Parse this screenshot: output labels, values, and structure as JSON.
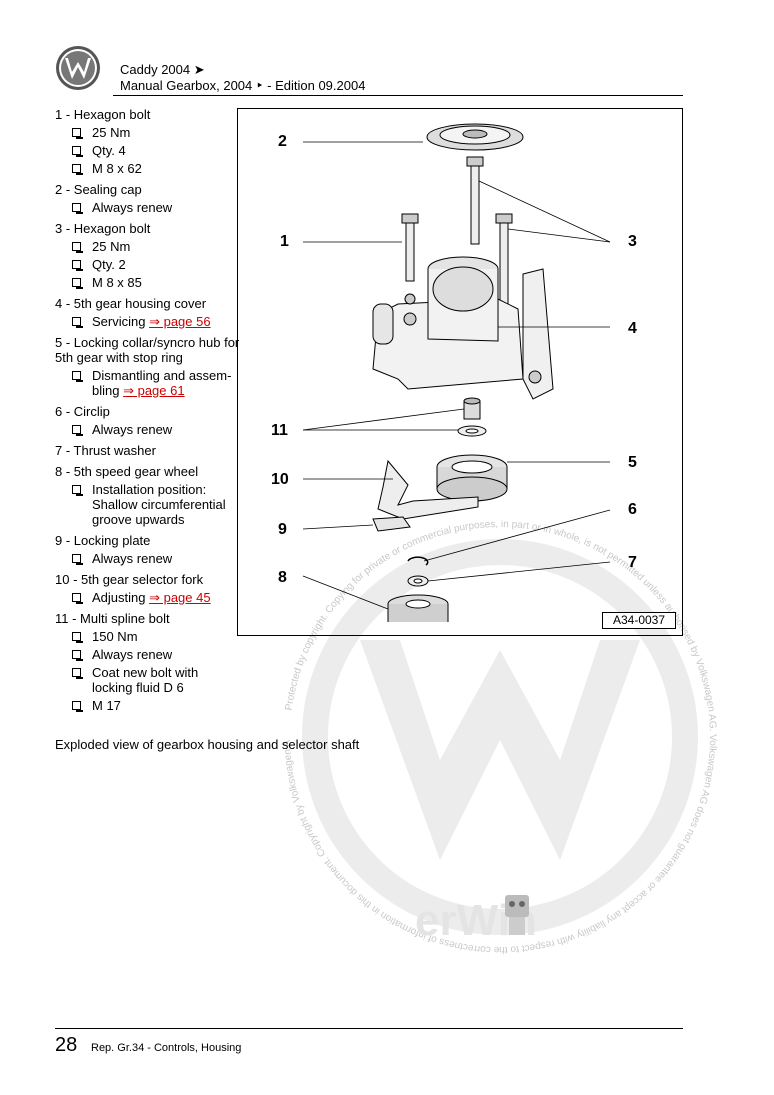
{
  "header": {
    "title": "Caddy 2004 ➤",
    "subtitle": "Manual Gearbox, 2004 ‣ - Edition 09.2004"
  },
  "parts": [
    {
      "title": "1 - Hexagon bolt",
      "items": [
        "25 Nm",
        "Qty. 4",
        "M 8 x 62"
      ]
    },
    {
      "title": "2 - Sealing cap",
      "items": [
        "Always renew"
      ]
    },
    {
      "title": "3 - Hexagon bolt",
      "items": [
        "25 Nm",
        "Qty. 2",
        "M 8 x 85"
      ]
    },
    {
      "title": "4 - 5th gear housing cover",
      "items": [
        {
          "text": "Servicing ",
          "link": "⇒ page 56"
        }
      ]
    },
    {
      "title": "5 - Locking collar/syncro hub for 5th gear with stop ring",
      "items": [
        {
          "text": "Dismantling and assem-bling ",
          "link": "⇒ page 61"
        }
      ]
    },
    {
      "title": "6 - Circlip",
      "items": [
        "Always renew"
      ]
    },
    {
      "title": "7 - Thrust washer",
      "items": []
    },
    {
      "title": "8 - 5th speed gear wheel",
      "items": [
        "Installation position: Shallow circumferential groove upwards"
      ]
    },
    {
      "title": "9 - Locking plate",
      "items": [
        "Always renew"
      ]
    },
    {
      "title": "10 - 5th gear selector fork",
      "items": [
        {
          "text": "Adjusting ",
          "link": "⇒ page 45"
        }
      ]
    },
    {
      "title": "11 - Multi spline bolt",
      "items": [
        "150 Nm",
        "Always renew",
        "Coat new bolt with locking fluid D 6",
        "M 17"
      ]
    }
  ],
  "figure": {
    "code": "A34-0037",
    "callouts": [
      "1",
      "2",
      "3",
      "4",
      "5",
      "6",
      "7",
      "8",
      "9",
      "10",
      "11"
    ]
  },
  "caption": "Exploded view of gearbox housing and selector shaft",
  "watermark": {
    "text": "Protected by copyright. Copying for private or commercial purposes, in part or in whole, is not permitted unless authorised by Volkswagen AG. Volkswagen AG does not guarantee or accept any liability with respect to the correctness of information in this document. Copyright by Volkswagen AG.",
    "brand": "erWin"
  },
  "footer": {
    "page_number": "28",
    "text": "Rep. Gr.34 - Controls, Housing"
  }
}
